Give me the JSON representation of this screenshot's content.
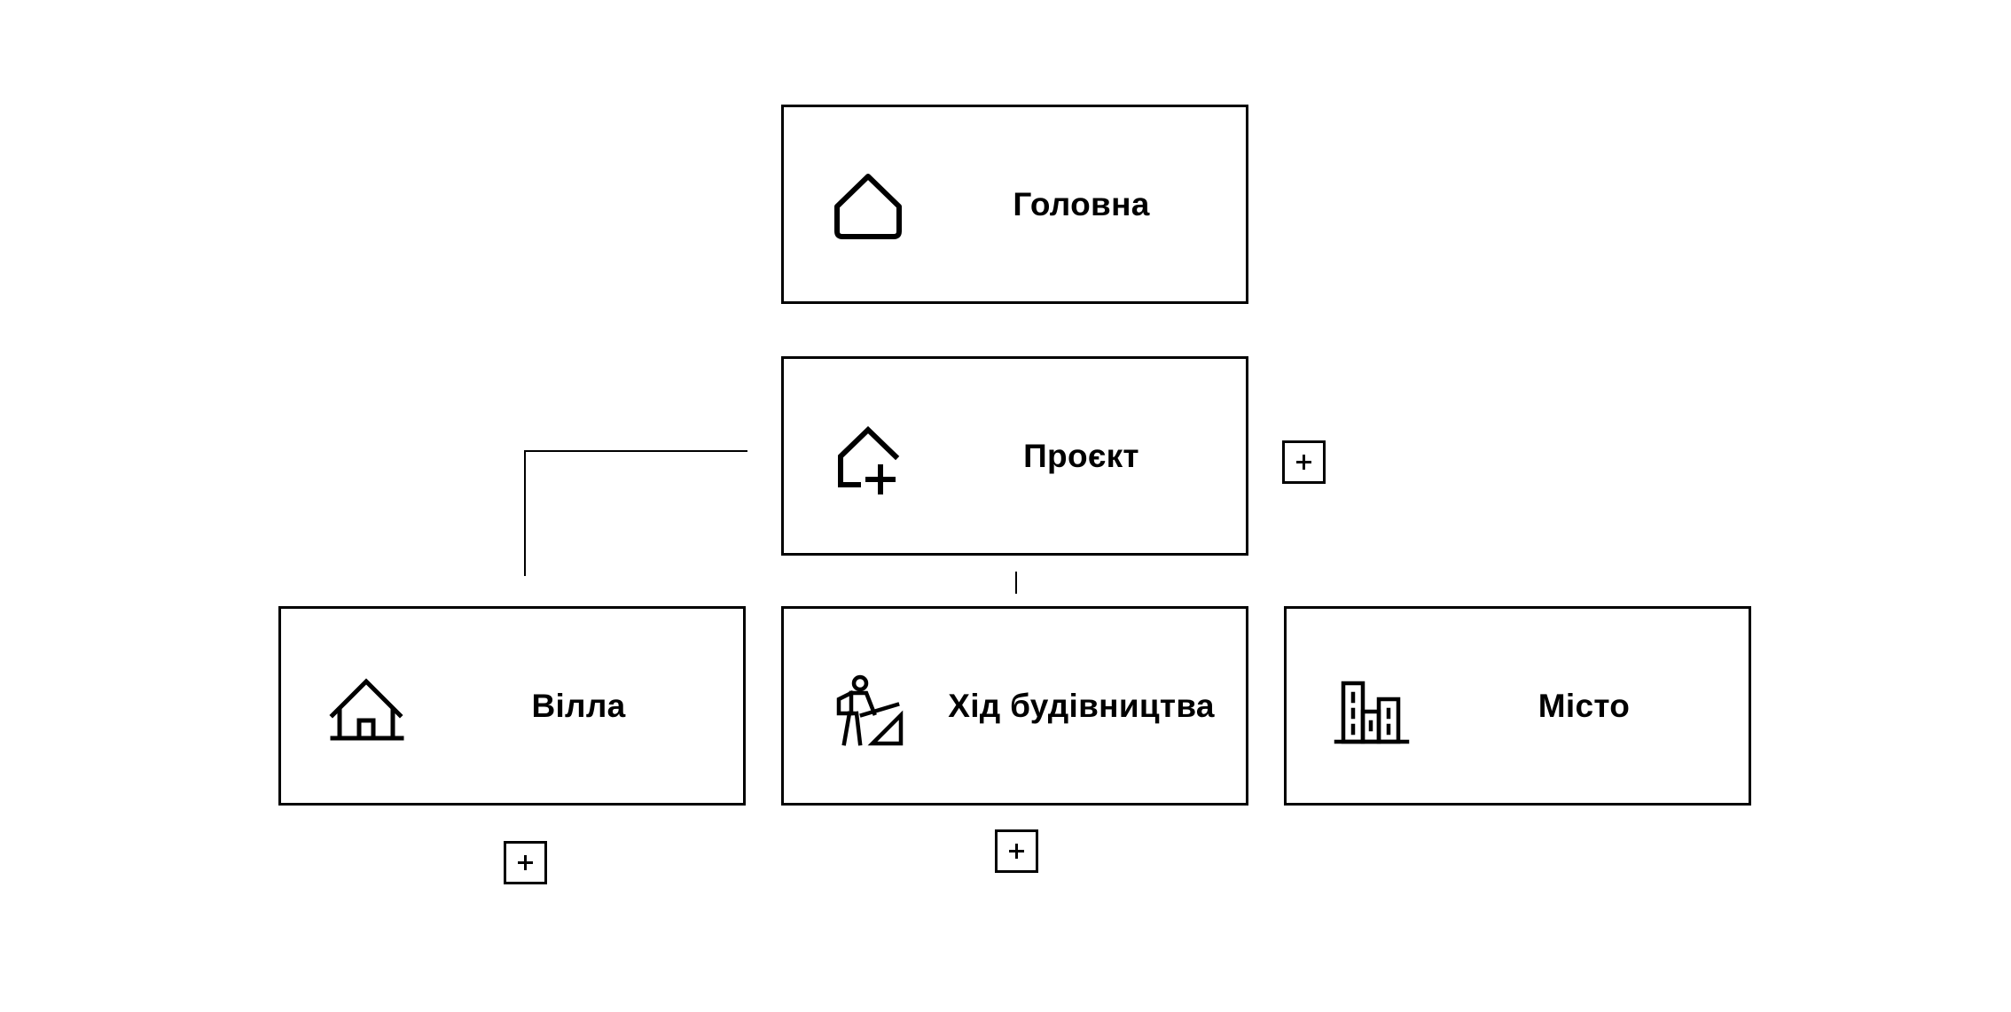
{
  "nodes": {
    "home": {
      "label": "Головна",
      "icon": "home-icon"
    },
    "project": {
      "label": "Проєкт",
      "icon": "home-add-icon"
    },
    "villa": {
      "label": "Вілла",
      "icon": "villa-icon"
    },
    "construction": {
      "label": "Хід будівництва",
      "icon": "construction-worker-icon"
    },
    "city": {
      "label": "Місто",
      "icon": "city-buildings-icon"
    }
  },
  "add_buttons": [
    {
      "target": "project",
      "icon": "plus-icon"
    },
    {
      "target": "villa",
      "icon": "plus-icon"
    },
    {
      "target": "construction",
      "icon": "plus-icon"
    }
  ],
  "colors": {
    "stroke": "#000000",
    "background": "#ffffff"
  }
}
